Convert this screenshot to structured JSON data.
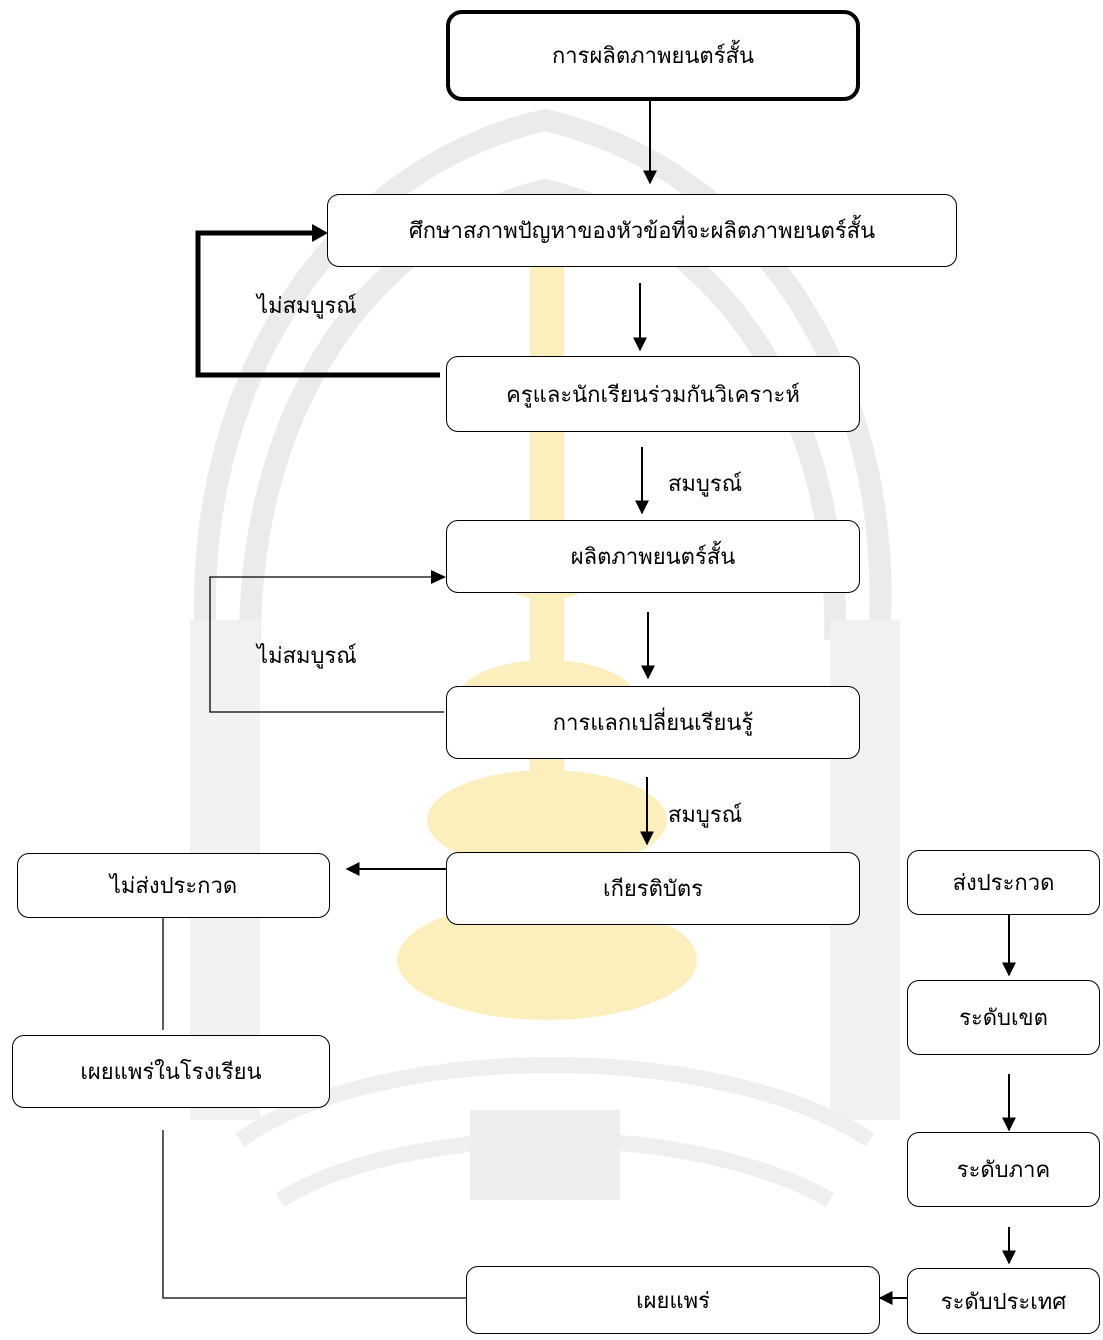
{
  "nodes": {
    "start": "การผลิตภาพยนตร์สั้น",
    "study": "ศึกษาสภาพปัญหาของหัวข้อที่จะผลิตภาพยนตร์สั้น",
    "analyze": "ครูและนักเรียนร่วมกันวิเคราะห์",
    "produce": "ผลิตภาพยนตร์สั้น",
    "exchange": "การแลกเปลี่ยนเรียนรู้",
    "certificate": "เกียรติบัตร",
    "not_submit": "ไม่ส่งประกวด",
    "school_publish": "เผยแพร่ในโรงเรียน",
    "submit": "ส่งประกวด",
    "district": "ระดับเขต",
    "region": "ระดับภาค",
    "national": "ระดับประเทศ",
    "publish": "เผยแพร่"
  },
  "labels": {
    "incomplete_1": "ไม่สมบูรณ์",
    "complete_1": "สมบูรณ์",
    "incomplete_2": "ไม่สมบูรณ์",
    "complete_2": "สมบูรณ์"
  },
  "colors": {
    "line": "#000000",
    "watermark_gray": "#e9e9e9",
    "watermark_yellow": "#fbefb6"
  }
}
